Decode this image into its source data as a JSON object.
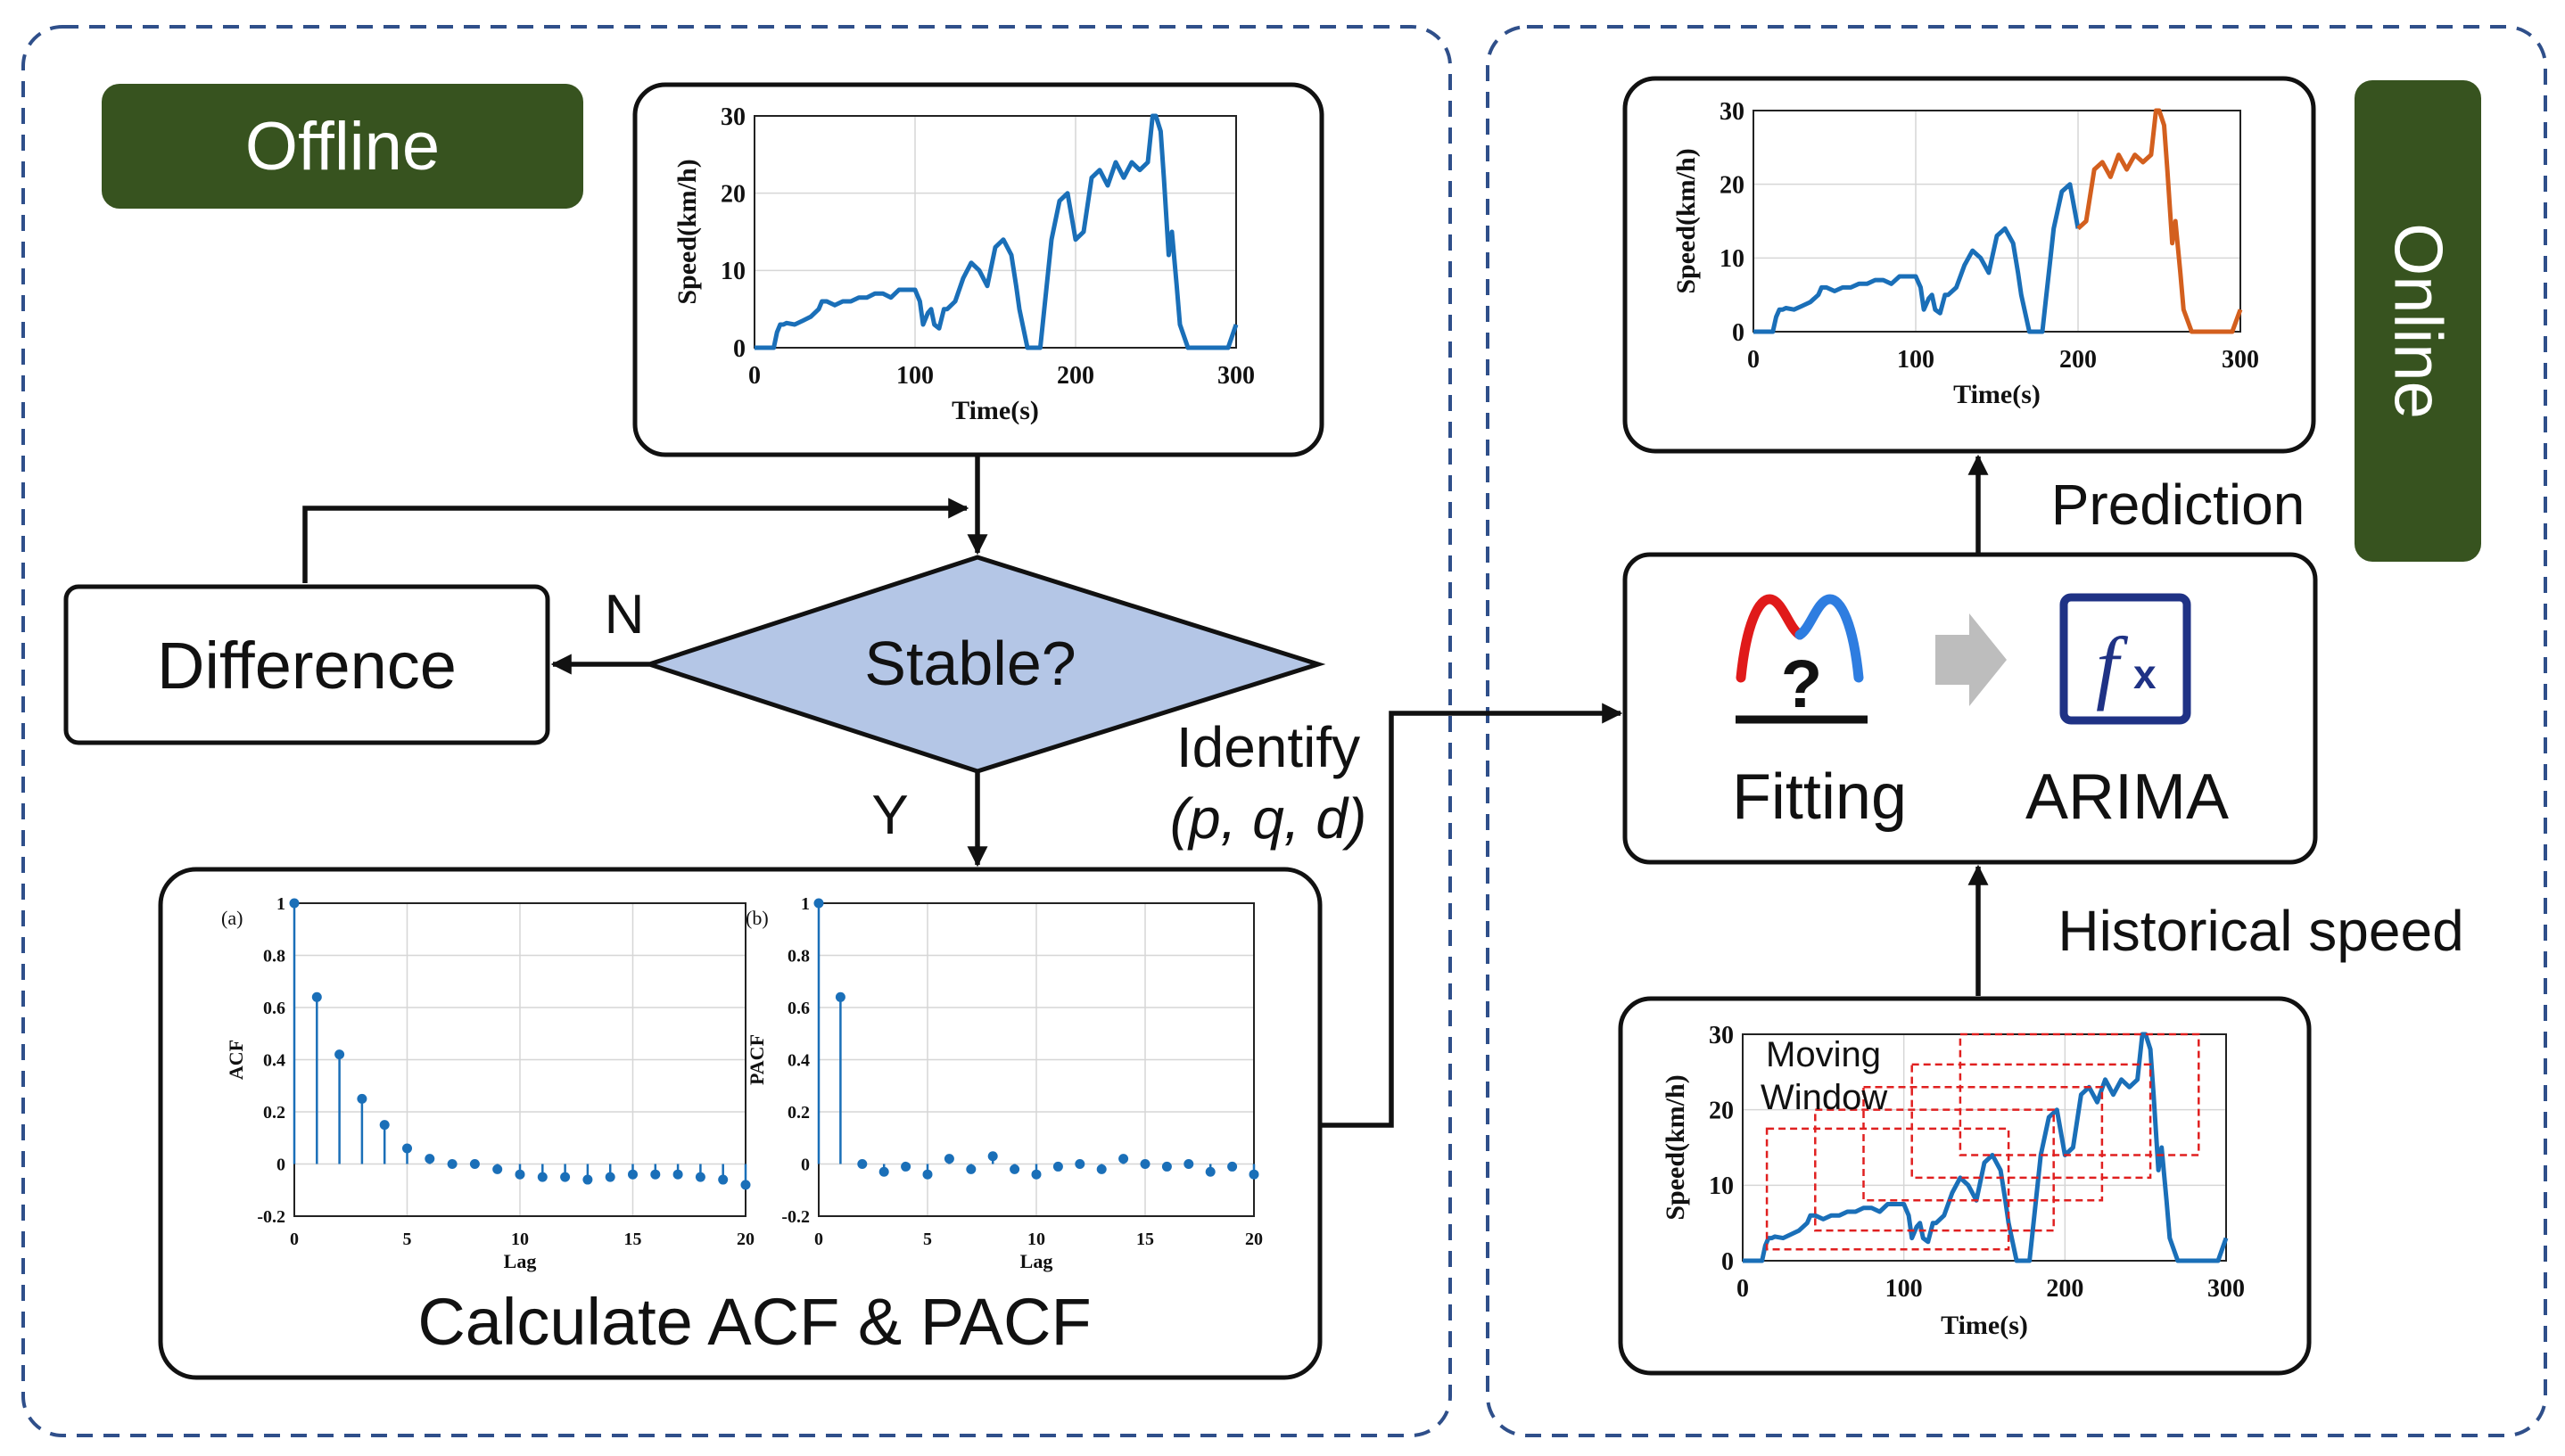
{
  "offline_label": "Offline",
  "online_label": "Online",
  "difference_label": "Difference",
  "stable_label": "Stable?",
  "no_label": "N",
  "yes_label": "Y",
  "identify_line1": "Identify",
  "identify_line2": "(p, q, d)",
  "calculate_label": "Calculate ACF & PACF",
  "fitting_label": "Fitting",
  "arima_label": "ARIMA",
  "prediction_label": "Prediction",
  "historical_label": "Historical speed",
  "moving_window_line1": "Moving",
  "moving_window_line2": "Window",
  "colors": {
    "panel_green": "#37531f",
    "diamond_fill": "#b4c6e6",
    "series_blue": "#1a6fb8",
    "prediction_orange": "#d35f1e",
    "window_red": "#e02020",
    "fx_navy": "#1f3285",
    "arrow_gray": "#bdbdbd",
    "curve_red": "#e01a1a",
    "curve_blue": "#2e7de0"
  },
  "icons": [
    "distribution-fitting-icon",
    "gray-arrow-icon",
    "function-fx-icon"
  ],
  "chart_data": [
    {
      "id": "speed_offline",
      "type": "line",
      "xlabel": "Time(s)",
      "ylabel": "Speed(km/h)",
      "xlim": [
        0,
        300
      ],
      "ylim": [
        0,
        30
      ],
      "xticks": [
        0,
        100,
        200,
        300
      ],
      "yticks": [
        0,
        10,
        20,
        30
      ],
      "grid": true,
      "x": [
        0,
        5,
        10,
        12,
        14,
        16,
        18,
        20,
        25,
        30,
        35,
        40,
        42,
        45,
        50,
        55,
        60,
        65,
        70,
        75,
        80,
        85,
        90,
        95,
        100,
        103,
        105,
        108,
        110,
        112,
        115,
        118,
        120,
        125,
        130,
        135,
        140,
        145,
        150,
        155,
        160,
        163,
        165,
        170,
        172,
        175,
        178,
        180,
        183,
        185,
        190,
        195,
        200,
        205,
        210,
        215,
        220,
        225,
        230,
        235,
        240,
        245,
        248,
        250,
        253,
        255,
        258,
        260,
        263,
        265,
        270,
        275,
        280,
        285,
        290,
        295,
        300
      ],
      "y": [
        0,
        0,
        0,
        0,
        2,
        3,
        3,
        3.2,
        3,
        3.5,
        4,
        5,
        6,
        6,
        5.5,
        6,
        6,
        6.5,
        6.5,
        7,
        7,
        6.5,
        7.5,
        7.5,
        7.5,
        6,
        3,
        4.5,
        5,
        3,
        2.5,
        5,
        5,
        6,
        9,
        11,
        10,
        8,
        13,
        14,
        12,
        8,
        5,
        0,
        0,
        0,
        0,
        4,
        10,
        14,
        19,
        20,
        14,
        15,
        22,
        23,
        21,
        24,
        22,
        24,
        23,
        24,
        30,
        30,
        28,
        22,
        12,
        15,
        8,
        3,
        0,
        0,
        0,
        0,
        0,
        0,
        3
      ]
    },
    {
      "id": "acf",
      "type": "stem",
      "panel_tag": "(a)",
      "xlabel": "Lag",
      "ylabel": "ACF",
      "xlim": [
        0,
        20
      ],
      "ylim": [
        -0.2,
        1
      ],
      "xticks": [
        0,
        5,
        10,
        15,
        20
      ],
      "yticks": [
        -0.2,
        0,
        0.2,
        0.4,
        0.6,
        0.8,
        1
      ],
      "ytick_labels": [
        "-0.2",
        "0",
        "0.2",
        "0.4",
        "0.6",
        "0.8",
        "1"
      ],
      "grid": true,
      "x": [
        0,
        1,
        2,
        3,
        4,
        5,
        6,
        7,
        8,
        9,
        10,
        11,
        12,
        13,
        14,
        15,
        16,
        17,
        18,
        19,
        20
      ],
      "y": [
        1,
        0.64,
        0.42,
        0.25,
        0.15,
        0.06,
        0.02,
        0,
        0,
        -0.02,
        -0.04,
        -0.05,
        -0.05,
        -0.06,
        -0.05,
        -0.04,
        -0.04,
        -0.04,
        -0.05,
        -0.06,
        -0.08
      ]
    },
    {
      "id": "pacf",
      "type": "stem",
      "panel_tag": "(b)",
      "xlabel": "Lag",
      "ylabel": "PACF",
      "xlim": [
        0,
        20
      ],
      "ylim": [
        -0.2,
        1
      ],
      "xticks": [
        0,
        5,
        10,
        15,
        20
      ],
      "yticks": [
        -0.2,
        0,
        0.2,
        0.4,
        0.6,
        0.8,
        1
      ],
      "ytick_labels": [
        "-0.2",
        "0",
        "0.2",
        "0.4",
        "0.6",
        "0.8",
        "1"
      ],
      "grid": true,
      "x": [
        0,
        1,
        2,
        3,
        4,
        5,
        6,
        7,
        8,
        9,
        10,
        11,
        12,
        13,
        14,
        15,
        16,
        17,
        18,
        19,
        20
      ],
      "y": [
        1,
        0.64,
        0,
        -0.03,
        -0.01,
        -0.04,
        0.02,
        -0.02,
        0.03,
        -0.02,
        -0.04,
        -0.01,
        0,
        -0.02,
        0.02,
        0,
        -0.01,
        0,
        -0.03,
        -0.01,
        -0.04
      ]
    },
    {
      "id": "speed_prediction",
      "type": "line",
      "xlabel": "Time(s)",
      "ylabel": "Speed(km/h)",
      "xlim": [
        0,
        300
      ],
      "ylim": [
        0,
        30
      ],
      "xticks": [
        0,
        100,
        200,
        300
      ],
      "yticks": [
        0,
        10,
        20,
        30
      ],
      "grid": true,
      "split_x": 200,
      "series": [
        {
          "role": "historical",
          "color": "#1a6fb8"
        },
        {
          "role": "predicted",
          "color": "#d35f1e"
        }
      ]
    },
    {
      "id": "speed_historical",
      "type": "line",
      "xlabel": "Time(s)",
      "ylabel": "Speed(km/h)",
      "xlim": [
        0,
        300
      ],
      "ylim": [
        0,
        30
      ],
      "xticks": [
        0,
        100,
        200,
        300
      ],
      "yticks": [
        0,
        10,
        20,
        30
      ],
      "grid": true,
      "windows": [
        {
          "x": [
            15,
            165
          ],
          "y": [
            1.5,
            17.5
          ]
        },
        {
          "x": [
            45,
            193
          ],
          "y": [
            4,
            20
          ]
        },
        {
          "x": [
            75,
            223
          ],
          "y": [
            8,
            23
          ]
        },
        {
          "x": [
            105,
            253
          ],
          "y": [
            11,
            26
          ]
        },
        {
          "x": [
            135,
            283
          ],
          "y": [
            14,
            30
          ]
        }
      ]
    }
  ]
}
